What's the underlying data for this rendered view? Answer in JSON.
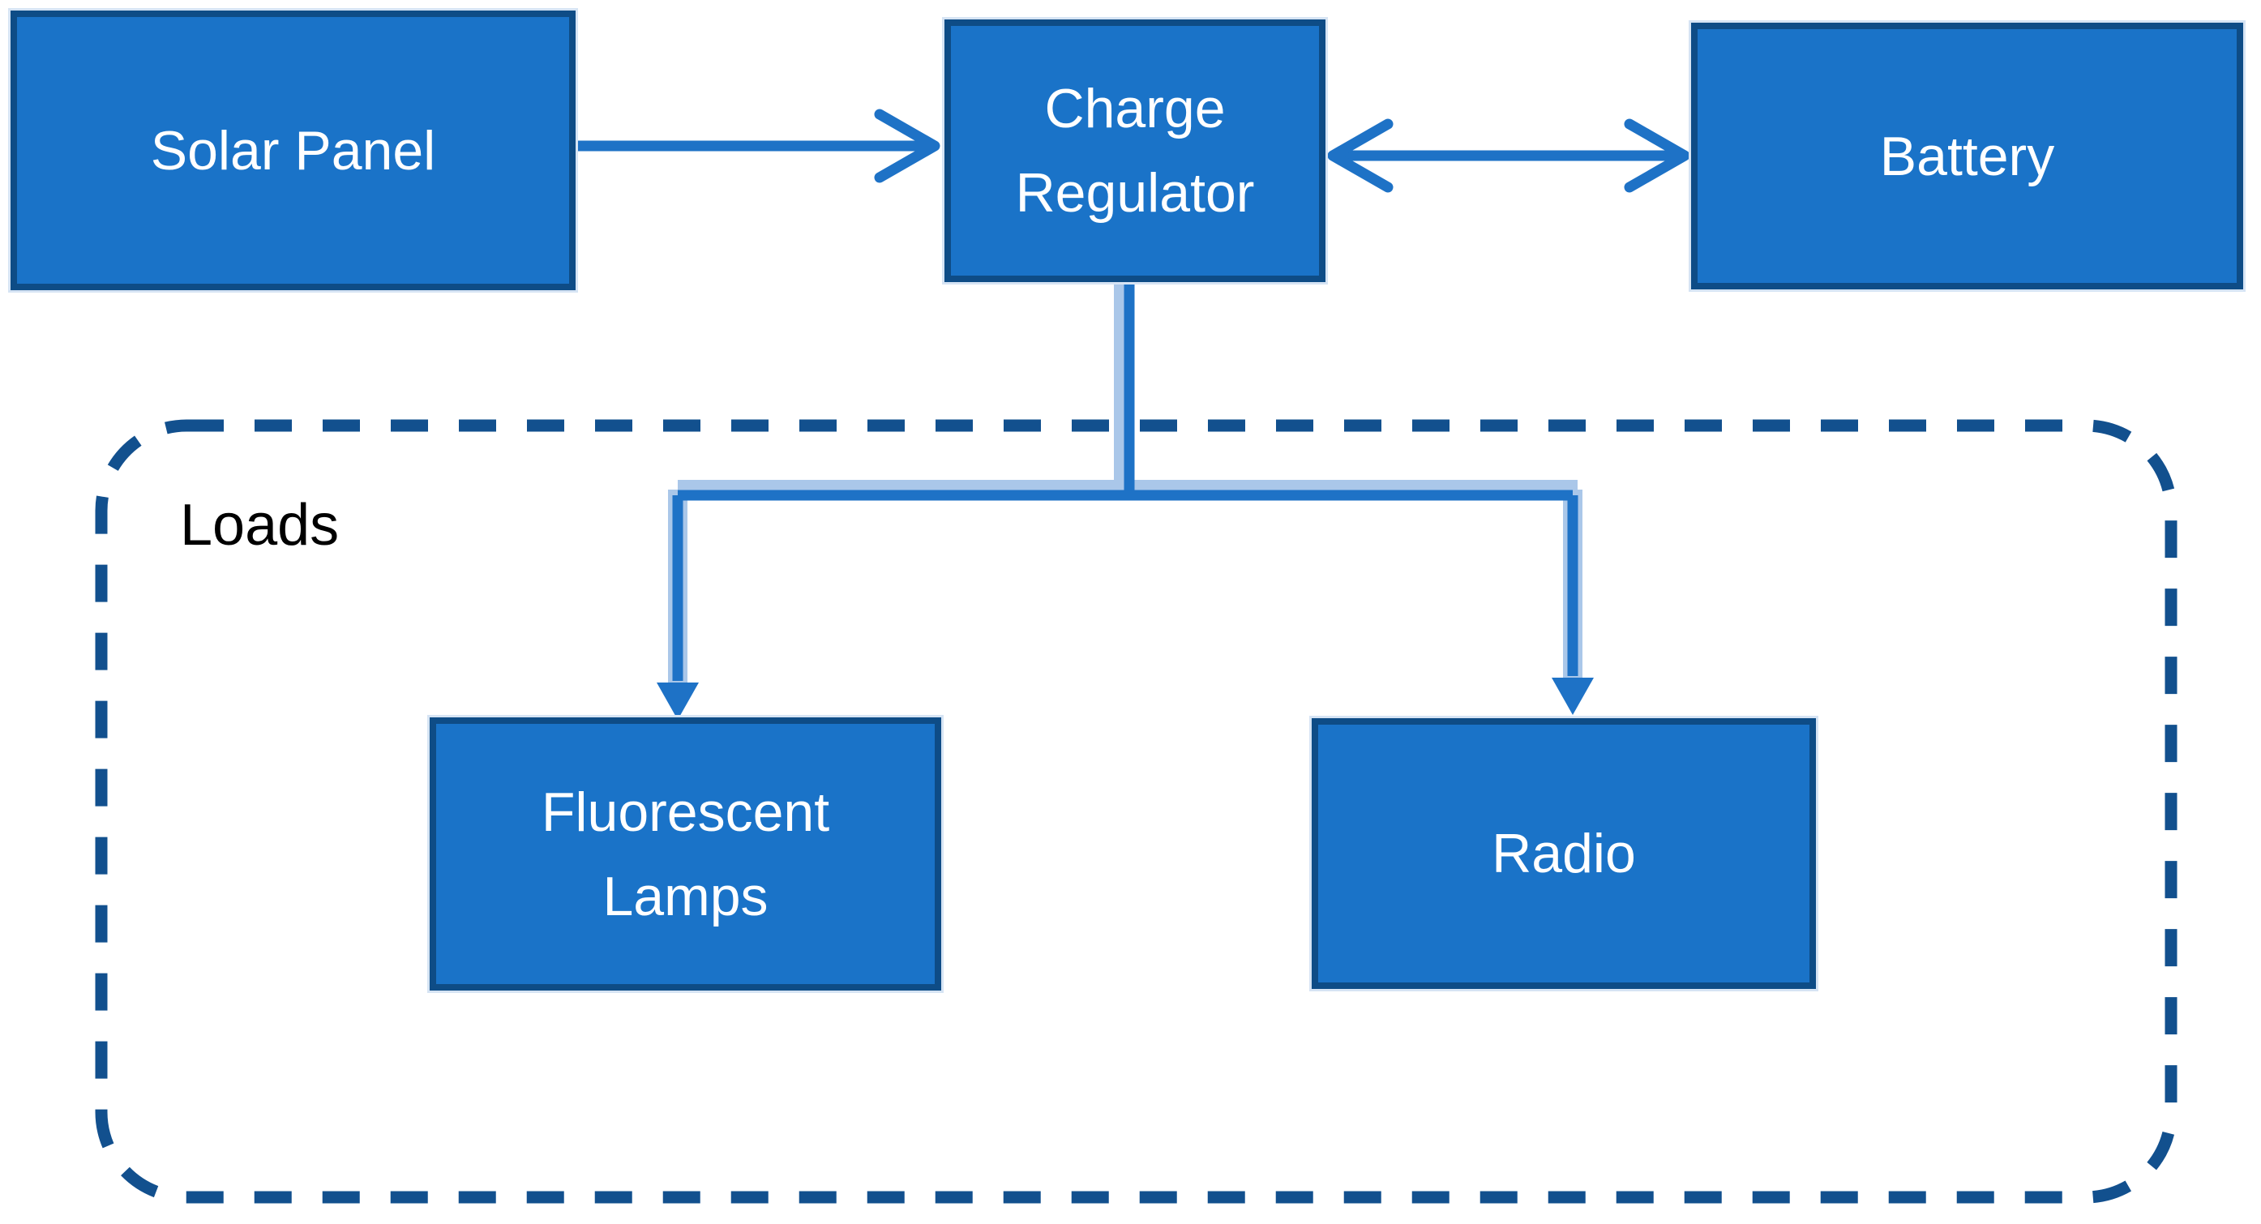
{
  "diagram": {
    "nodes": {
      "solar_panel": {
        "label": "Solar Panel"
      },
      "charge_regulator": {
        "label": "Charge\nRegulator"
      },
      "battery": {
        "label": "Battery"
      },
      "fluorescent_lamps": {
        "label": "Fluorescent\nLamps"
      },
      "radio": {
        "label": "Radio"
      }
    },
    "groups": {
      "loads": {
        "label": "Loads"
      }
    },
    "edges": [
      {
        "from": "solar_panel",
        "to": "charge_regulator",
        "type": "arrow"
      },
      {
        "from": "charge_regulator",
        "to": "battery",
        "type": "double-arrow"
      },
      {
        "from": "charge_regulator",
        "to": "fluorescent_lamps",
        "type": "arrow"
      },
      {
        "from": "charge_regulator",
        "to": "radio",
        "type": "arrow"
      }
    ],
    "colors": {
      "node_fill": "#1a73c8",
      "node_border": "#0e4c86",
      "node_label_text": "#ffffff",
      "connector": "#1e72c6",
      "connector_tint": "#aac7e9",
      "dashed_border": "#12508e",
      "loads_text": "#000000",
      "background": "#ffffff"
    }
  }
}
